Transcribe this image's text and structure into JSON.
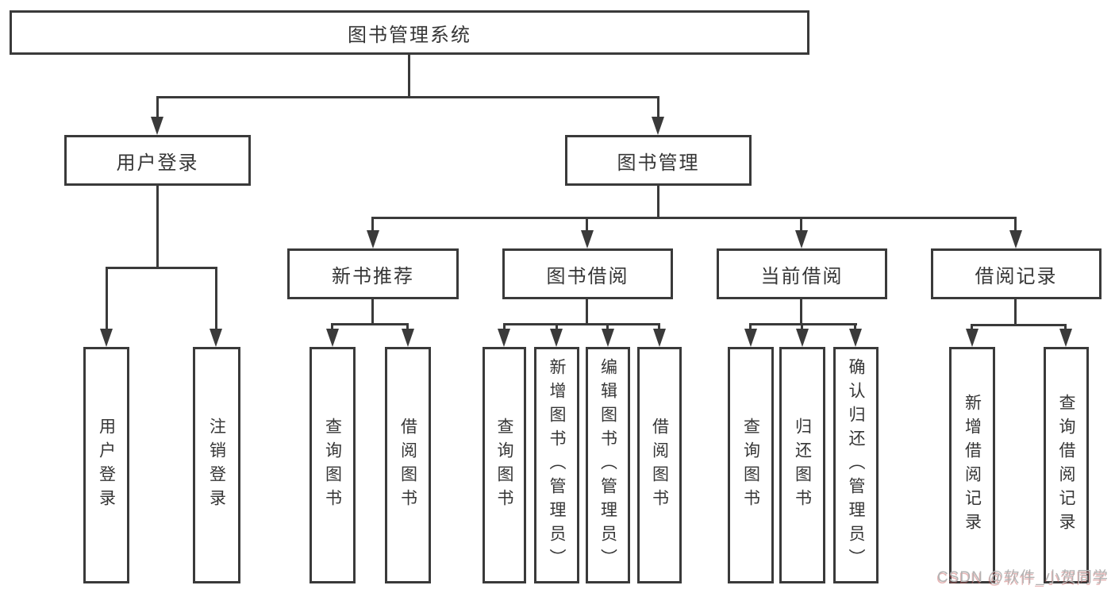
{
  "nodes": {
    "root": "图书管理系统",
    "user_login_branch": "用户登录",
    "book_management_branch": "图书管理",
    "new_book_recommend": "新书推荐",
    "book_borrowing": "图书借阅",
    "current_borrowing": "当前借阅",
    "borrowing_records": "借阅记录",
    "user_login_leaf": "用户登录",
    "logout_leaf": "注销登录",
    "query_books_recommend": "查询图书",
    "borrow_books_recommend": "借阅图书",
    "query_books_borrowing": "查询图书",
    "add_books_admin": "新增图书（管理员）",
    "edit_books_admin": "编辑图书（管理员）",
    "borrow_books_borrowing": "借阅图书",
    "query_books_current": "查询图书",
    "return_books": "归还图书",
    "confirm_return_admin": "确认归还（管理员）",
    "add_borrow_record": "新增借阅记录",
    "query_borrow_record": "查询借阅记录"
  },
  "hierarchy": {
    "图书管理系统": {
      "用户登录": [
        "用户登录",
        "注销登录"
      ],
      "图书管理": {
        "新书推荐": [
          "查询图书",
          "借阅图书"
        ],
        "图书借阅": [
          "查询图书",
          "新增图书（管理员）",
          "编辑图书（管理员）",
          "借阅图书"
        ],
        "当前借阅": [
          "查询图书",
          "归还图书",
          "确认归还（管理员）"
        ],
        "借阅记录": [
          "新增借阅记录",
          "查询借阅记录"
        ]
      }
    }
  },
  "watermark": "CSDN @软件_小贺同学",
  "colors": {
    "line": "#3a3a3a",
    "box_border": "#3a3a3a",
    "text": "#363636",
    "background": "#ffffff",
    "watermark_gray": "#b3b3b3",
    "watermark_red_shadow": "#c55a5a"
  }
}
